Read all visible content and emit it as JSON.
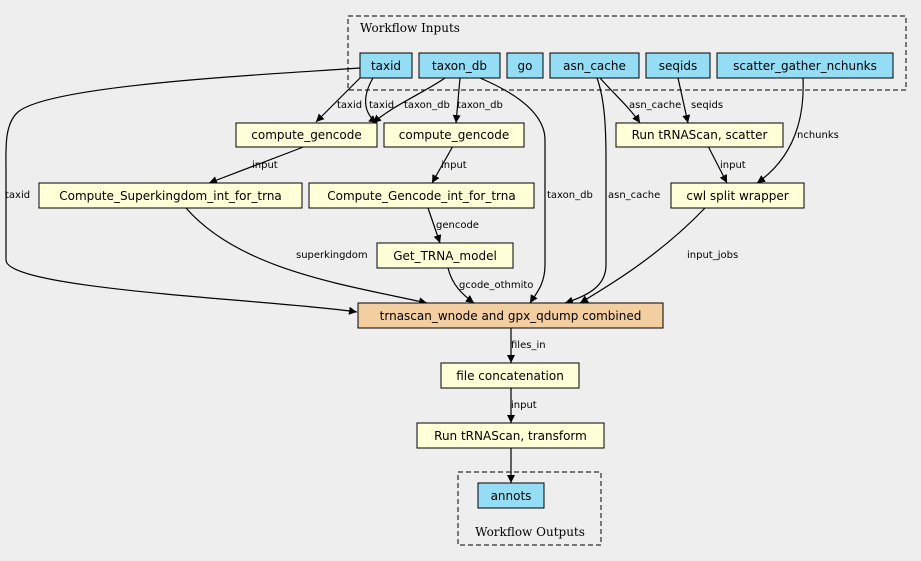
{
  "colors": {
    "background": "#eeeeee",
    "input_node": "#94ddf4",
    "step_node": "#ffffd8",
    "combined_node": "#f3cea1",
    "output_node": "#94ddf4",
    "border": "#000000"
  },
  "clusters": {
    "inputs": {
      "label": "Workflow Inputs"
    },
    "outputs": {
      "label": "Workflow Outputs"
    }
  },
  "nodes": {
    "taxid": "taxid",
    "taxon_db": "taxon_db",
    "go": "go",
    "asn_cache": "asn_cache",
    "seqids": "seqids",
    "scatter_gather_nchunks": "scatter_gather_nchunks",
    "compute_gencode_1": "compute_gencode",
    "compute_gencode_2": "compute_gencode",
    "run_trnascan_scatter": "Run tRNAScan, scatter",
    "compute_superkingdom": "Compute_Superkingdom_int_for_trna",
    "compute_gencode_int": "Compute_Gencode_int_for_trna",
    "cwl_split_wrapper": "cwl split wrapper",
    "get_trna_model": "Get_TRNA_model",
    "combined": "trnascan_wnode and gpx_qdump combined",
    "file_concatenation": "file concatenation",
    "run_trnascan_transform": "Run tRNAScan, transform",
    "annots": "annots"
  },
  "edges": {
    "taxid_to_cg1": "taxid",
    "taxid_to_cg2": "taxid",
    "taxondb_to_cg1": "taxon_db",
    "taxondb_to_cg2": "taxon_db",
    "asn_to_scatter": "asn_cache",
    "seqids_to_scatter": "seqids",
    "nchunks_to_split": "nchunks",
    "cg1_to_superkingdom": "input",
    "cg2_to_gencode_int": "input",
    "scatter_to_split": "input",
    "taxid_to_combined": "taxid",
    "taxondb_to_combined": "taxon_db",
    "asn_to_combined": "asn_cache",
    "gencode_int_to_model": "gencode",
    "superkingdom_to_combined": "superkingdom",
    "model_to_combined": "gcode_othmito",
    "split_to_combined": "input_jobs",
    "combined_to_concat": "files_in",
    "concat_to_transform": "input"
  }
}
